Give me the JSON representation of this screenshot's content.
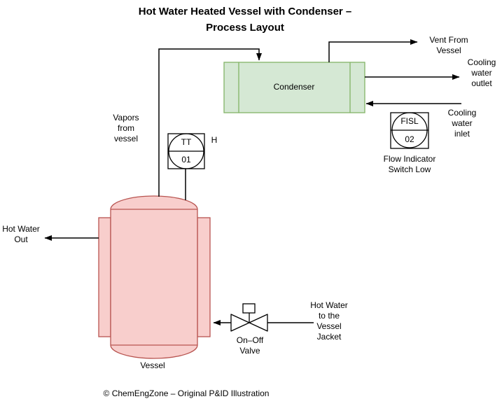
{
  "title": "Hot Water Heated Vessel with Condenser –\nProcess Layout",
  "equipment": {
    "condenser_label": "Condenser",
    "vessel_label": "Vessel"
  },
  "instruments": {
    "tt_tag": "TT",
    "tt_number": "01",
    "tt_alarm": "H",
    "fisl_tag": "FISL",
    "fisl_number": "02",
    "fisl_caption": "Flow Indicator\nSwitch Low"
  },
  "streams": {
    "vapors_from_vessel": "Vapors\nfrom\nvessel",
    "vent_from_vessel": "Vent From\nVessel",
    "cooling_water_outlet": "Cooling\nwater\noutlet",
    "cooling_water_inlet": "Cooling\nwater\ninlet",
    "hot_water_out": "Hot Water\nOut",
    "hot_water_to_jacket": "Hot Water\nto the\nVessel\nJacket"
  },
  "valve": {
    "label": "On–Off\nValve"
  },
  "footer": "© ChemEngZone – Original P&ID Illustration",
  "colors": {
    "condenser_fill": "#d5e8d4",
    "condenser_stroke": "#82b366",
    "vessel_fill": "#f8cecc",
    "vessel_stroke": "#b85450",
    "line": "#000000"
  }
}
